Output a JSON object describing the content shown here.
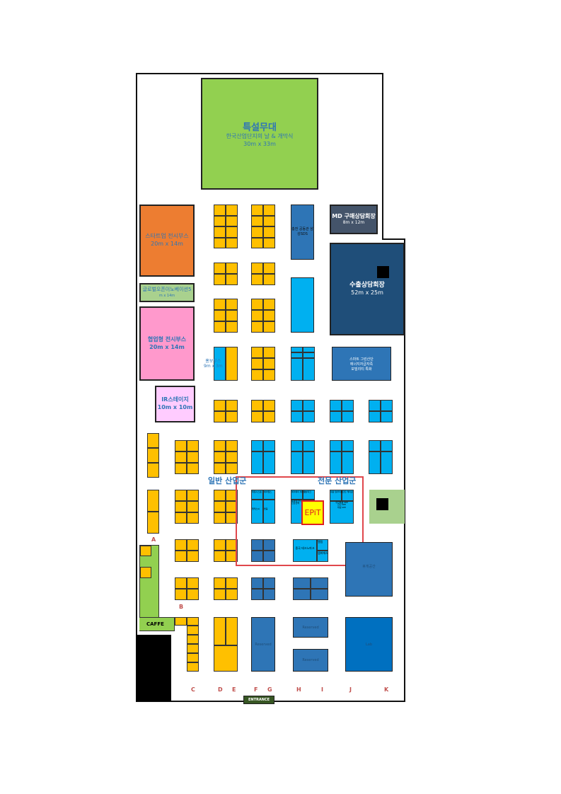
{
  "stage": {
    "title": "특설무대",
    "subtitle": "한국산업단지의 날 & 개막식",
    "size": "30m x 33m"
  },
  "startup_booth": {
    "title": "스타트업 전시부스",
    "size": "20m x 14m"
  },
  "global_open": {
    "title": "글로벌오픈이노베이션5",
    "size": "m x 14m"
  },
  "collab_booth": {
    "title": "협업형 전시부스",
    "size": "20m x 14m"
  },
  "ir_stage": {
    "title": "IR스테이지",
    "size": "10m x 10m"
  },
  "promo_booth": {
    "title": "홍보부스",
    "size": "9m x 3m"
  },
  "md_room": {
    "title": "MD 구매상담회장",
    "size": "8m x 12m"
  },
  "export_room": {
    "title": "수출상담회장",
    "size": "52m x 25m"
  },
  "sds": {
    "title": "충전 공동관 삼성SDS"
  },
  "smart_green": {
    "lines": [
      "스마트 그린산단",
      "에너지자급자족",
      "모빌리티 특화"
    ]
  },
  "general_group": "일반 산업군",
  "special_group": "전문 산업군",
  "special_booths": {
    "a1": "제일시스템",
    "a2": "에이엠스",
    "a3": "엠케스씨",
    "a4": "엔둠",
    "b1": "에이에이 에이치",
    "b2": "오성테크",
    "b3": "동아테크닉",
    "b4": "신한전력",
    "c1": "대원 알루미늄",
    "c2": "한진 케미칼",
    "c3": "우진부품 SEP",
    "c4": "진진 SEP",
    "c5": "대림 SEP",
    "d1": "중국 테크노파크",
    "d2": "엘림",
    "d3": "엠피에스"
  },
  "epit": "EPiT",
  "reserved": [
    "Reserved",
    "Reserved",
    "Reserved"
  ],
  "lab_label": "Lab",
  "lounge_label": "휴게공간",
  "caffe": "CAFFE",
  "entrance": "ENTRANCE",
  "columns": [
    "A",
    "B",
    "C",
    "D",
    "E",
    "F",
    "G",
    "H",
    "I",
    "J",
    "K"
  ],
  "colors": {
    "yellow": "#ffc000",
    "light_blue": "#00b0f0",
    "blue": "#2e75b6",
    "red": "#c0504d"
  }
}
